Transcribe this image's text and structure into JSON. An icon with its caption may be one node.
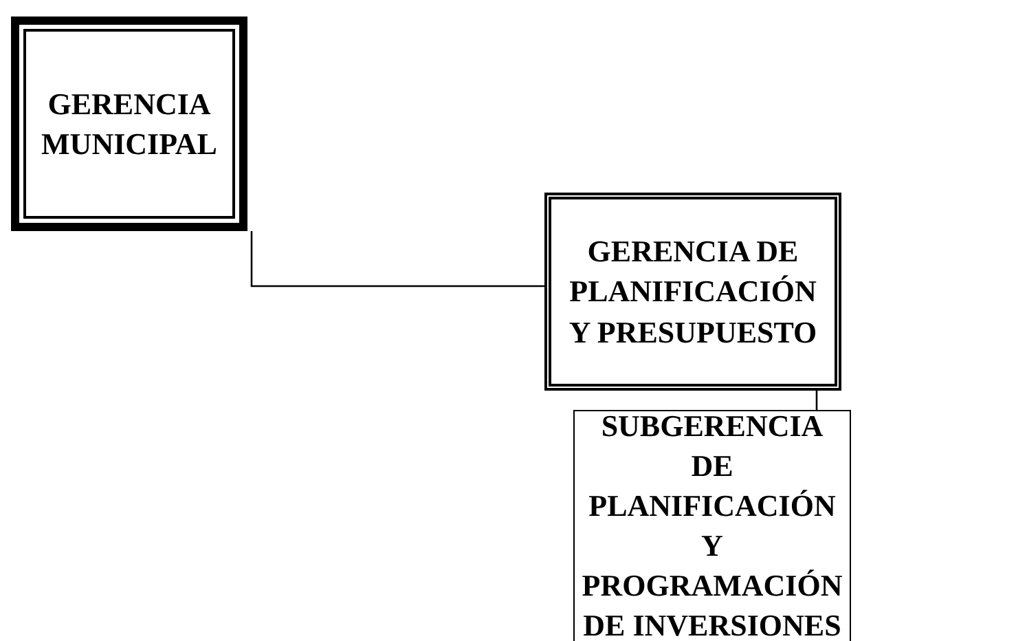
{
  "diagram": {
    "nodes": [
      {
        "text": [
          "GERENCIA MUNICIPAL"
        ]
      },
      {
        "text": [
          "GERENCIA DE PLANIFICACIÓN Y PRESUPUESTO"
        ]
      },
      {
        "text": [
          "SUBGERENCIA DE PLANIFICACIÓN Y PROGRAMACIÓN DE INVERSIONES"
        ]
      }
    ],
    "edges": [
      {
        "from": 0,
        "to": 1,
        "arrow": "none"
      },
      {
        "from": 1,
        "to": 2,
        "arrow": "none"
      }
    ]
  }
}
